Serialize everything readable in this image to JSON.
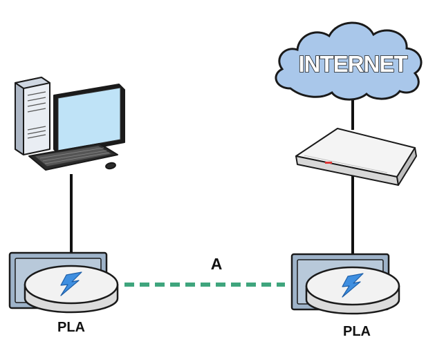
{
  "labels": {
    "cloud": "INTERNET",
    "link": "A",
    "adapter_left": "PLA",
    "adapter_right": "PLA"
  },
  "colors": {
    "cloud_fill": "#a9c7ea",
    "link_dash": "#3fa57d",
    "bolt": "#3f8fe0",
    "line": "#111111"
  },
  "icons": {
    "computer": "desktop-computer-icon",
    "router": "router-icon",
    "cloud": "internet-cloud-icon",
    "adapter": "powerline-adapter-icon"
  }
}
